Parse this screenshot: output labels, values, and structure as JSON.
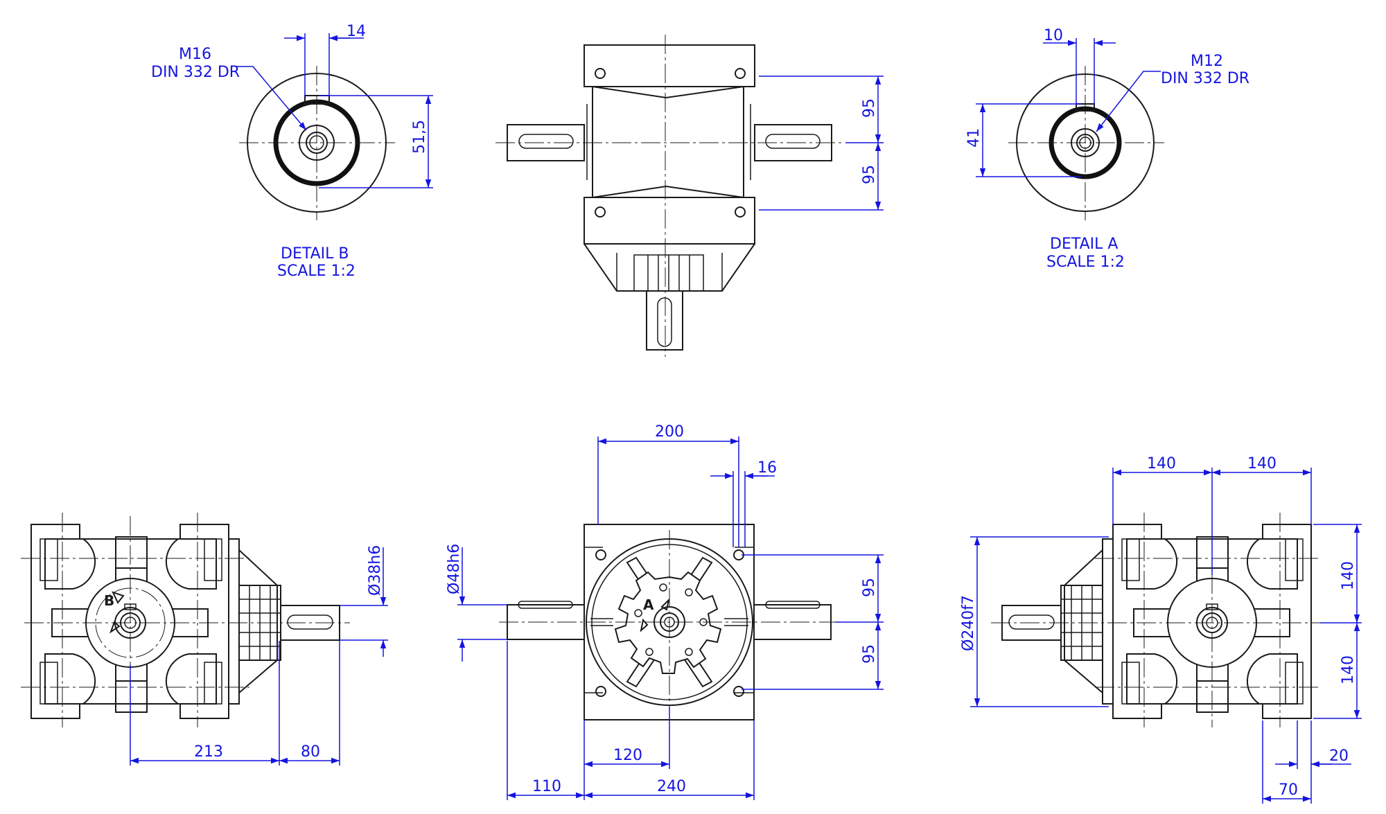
{
  "detail_b": {
    "thread": "M16",
    "standard": "DIN 332 DR",
    "width_dim": "14",
    "height_dim": "51,5",
    "caption": "DETAIL B",
    "scale": "SCALE 1:2"
  },
  "detail_a": {
    "thread": "M12",
    "standard": "DIN 332 DR",
    "width_dim": "10",
    "height_dim": "41",
    "caption": "DETAIL A",
    "scale": "SCALE 1:2"
  },
  "top_view": {
    "dim_upper": "95",
    "dim_lower": "95"
  },
  "left_view": {
    "shaft_dia": "Ø38h6",
    "dim_base": "213",
    "dim_shaft": "80",
    "label_b": "B"
  },
  "front_view": {
    "dim_width": "200",
    "dim_16": "16",
    "shaft_dia": "Ø48h6",
    "dim_upper": "95",
    "dim_lower": "95",
    "dim_120": "120",
    "dim_110": "110",
    "dim_240": "240",
    "label_a": "A"
  },
  "right_view": {
    "dim_left": "140",
    "dim_right": "140",
    "flange_dia": "Ø240f7",
    "dim_upper": "140",
    "dim_lower": "140",
    "dim_20": "20",
    "dim_70": "70"
  }
}
